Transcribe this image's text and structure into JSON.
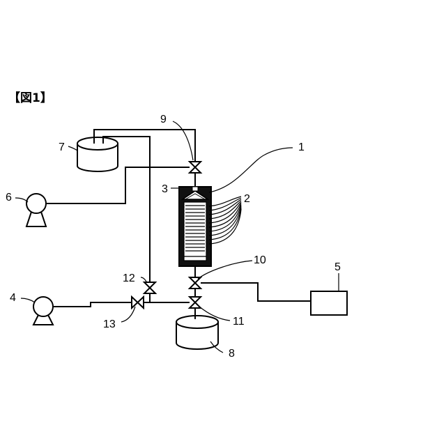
{
  "figure": {
    "title": "【図1】"
  },
  "labels": {
    "l1": "1",
    "l2": "2",
    "l3": "3",
    "l4": "4",
    "l5": "5",
    "l6": "6",
    "l7": "7",
    "l8": "8",
    "l9": "9",
    "l10": "10",
    "l11": "11",
    "l12": "12",
    "l13": "13"
  }
}
